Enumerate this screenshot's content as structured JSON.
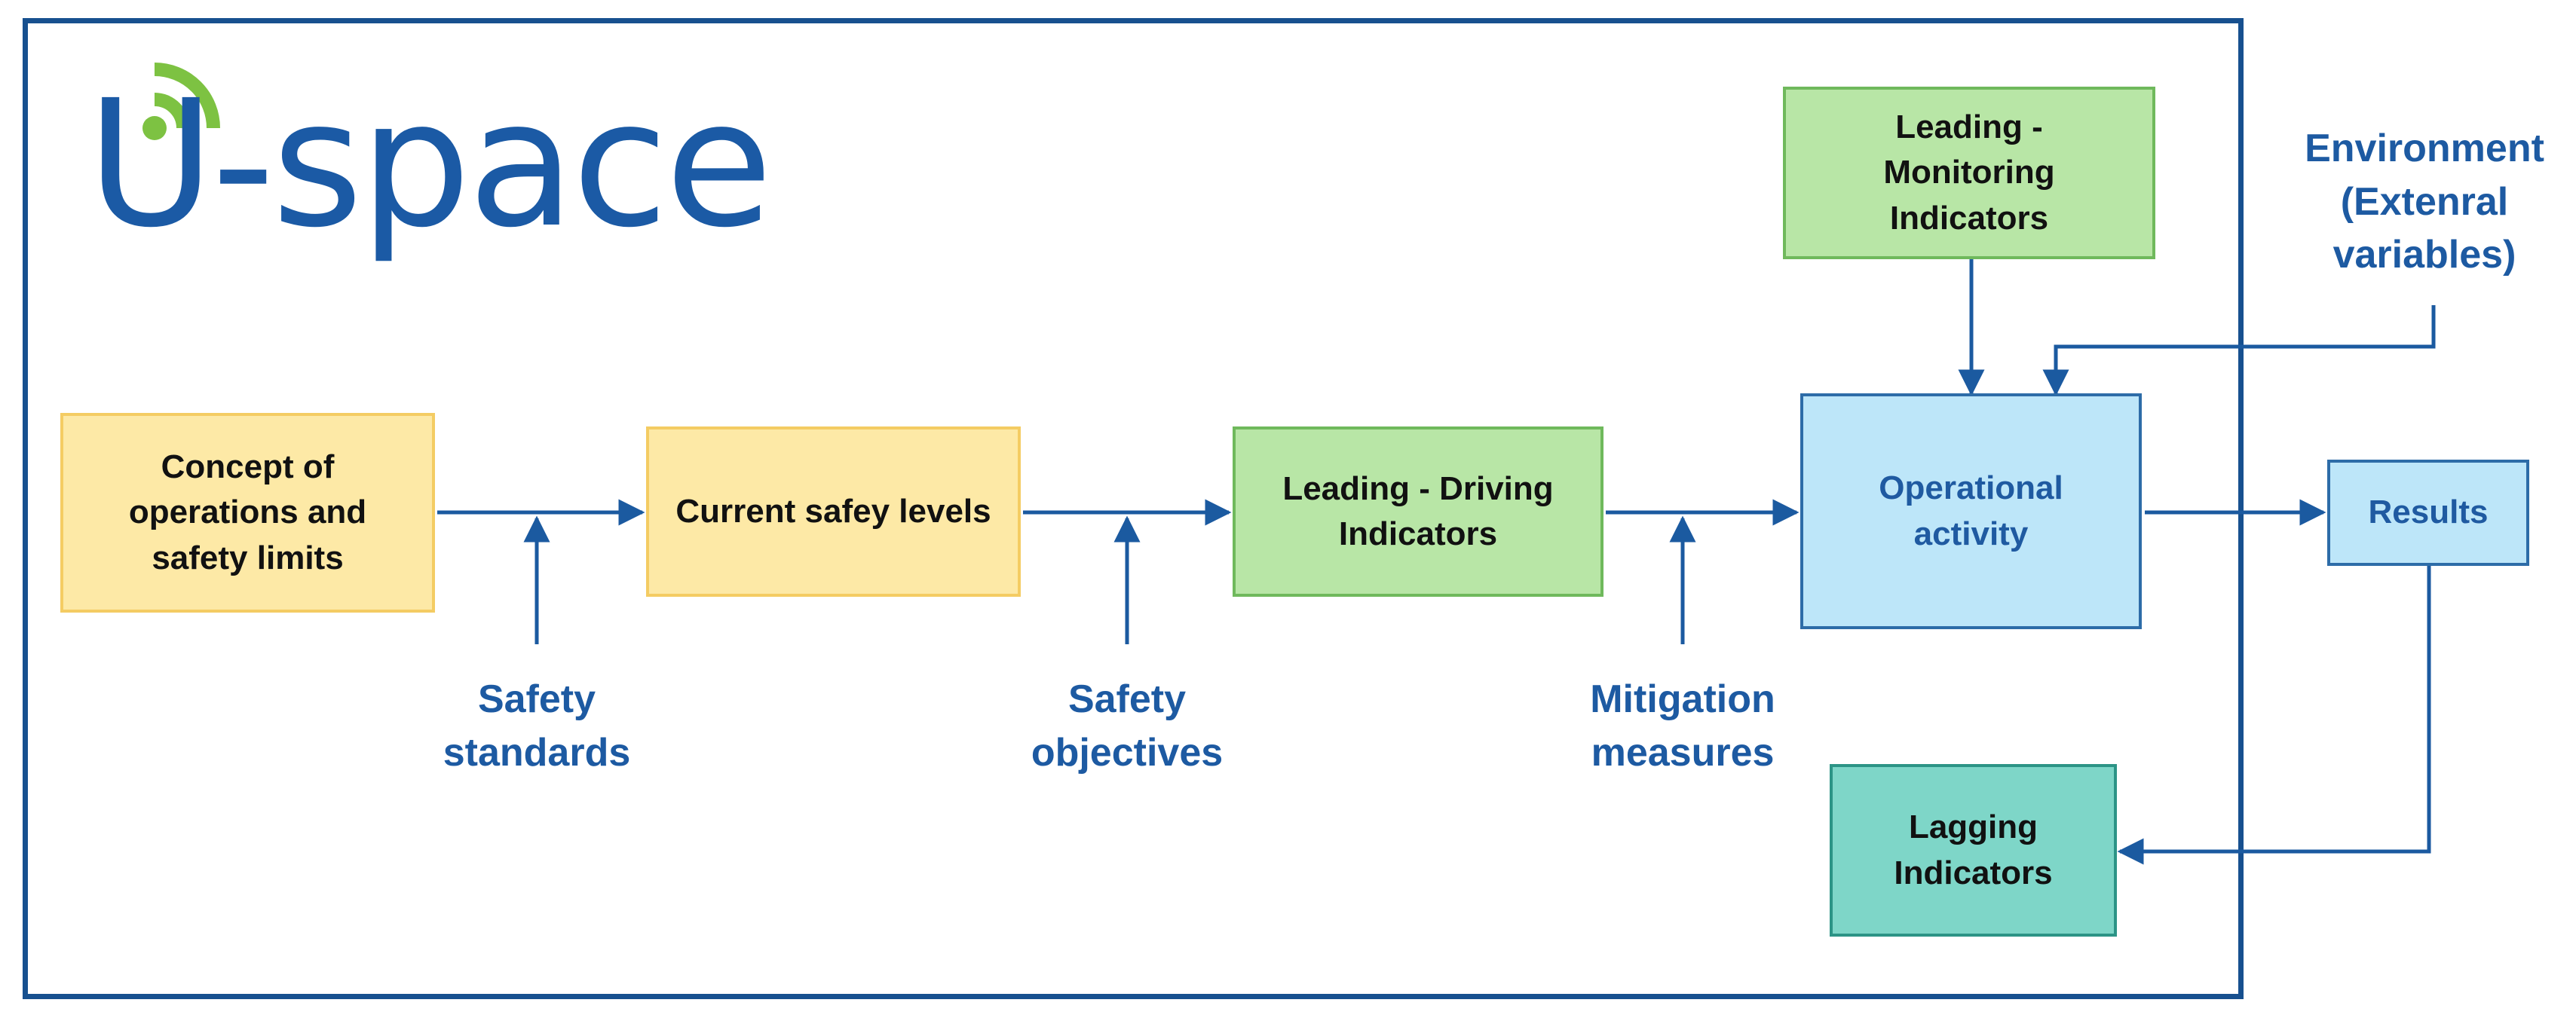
{
  "logo": {
    "text": "U-space",
    "color": "#1b5aa5",
    "signal_color": "#7dc242"
  },
  "boxes": {
    "concept": {
      "line1": "Concept of",
      "line2": "operations and",
      "line3": "safety limits"
    },
    "current": {
      "line1": "Current safey levels"
    },
    "driving": {
      "line1": "Leading - Driving",
      "line2": "Indicators"
    },
    "monitoring": {
      "line1": "Leading -",
      "line2": "Monitoring",
      "line3": "Indicators"
    },
    "operational": {
      "line1": "Operational",
      "line2": "activity"
    },
    "results": {
      "line1": "Results"
    },
    "lagging": {
      "line1": "Lagging",
      "line2": "Indicators"
    }
  },
  "labels": {
    "safety_standards": {
      "line1": "Safety",
      "line2": "standards"
    },
    "safety_objectives": {
      "line1": "Safety",
      "line2": "objectives"
    },
    "mitigation": {
      "line1": "Mitigation",
      "line2": "measures"
    },
    "environment": {
      "line1": "Environment",
      "line2": "(Extenral",
      "line3": "variables)"
    }
  },
  "colors": {
    "frame": "#17508f",
    "arrow": "#1b5aa0",
    "yellow_fill": "#fde9a6",
    "green_fill": "#b8e6a6",
    "blue_fill": "#bde6f9",
    "teal_fill": "#7ed6c8",
    "label_text": "#1d5aa2"
  }
}
